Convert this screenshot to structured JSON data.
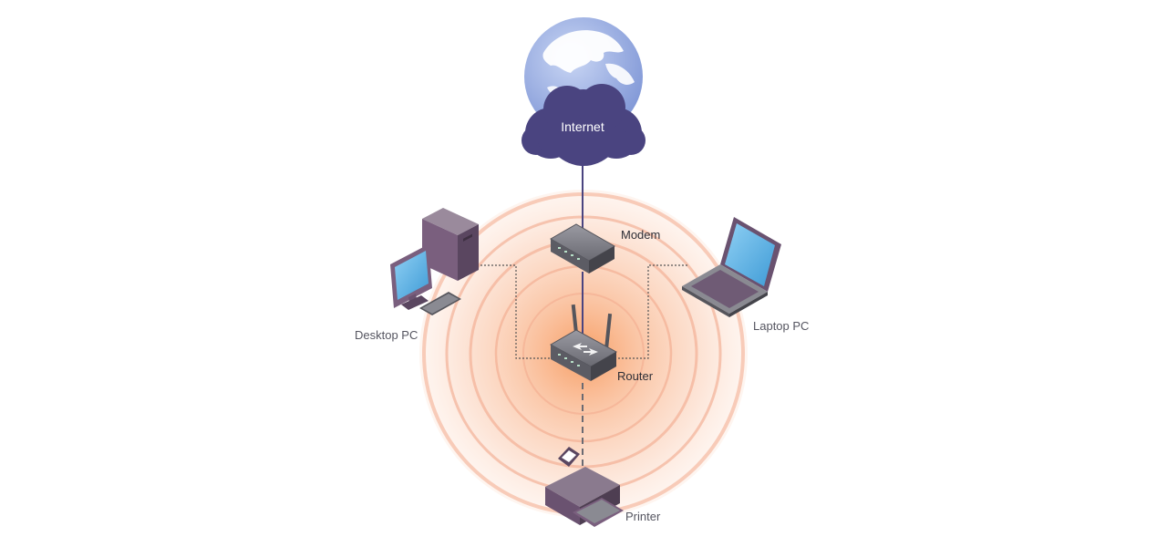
{
  "diagram": {
    "nodes": {
      "internet": {
        "label": "Internet",
        "icon": "globe-cloud-icon"
      },
      "modem": {
        "label": "Modem",
        "icon": "modem-icon"
      },
      "router": {
        "label": "Router",
        "icon": "wireless-router-icon"
      },
      "desktop": {
        "label": "Desktop PC",
        "icon": "desktop-pc-icon"
      },
      "laptop": {
        "label": "Laptop PC",
        "icon": "laptop-icon"
      },
      "printer": {
        "label": "Printer",
        "icon": "printer-icon"
      }
    },
    "connections": [
      {
        "from": "internet",
        "to": "modem",
        "style": "solid"
      },
      {
        "from": "modem",
        "to": "router",
        "style": "solid"
      },
      {
        "from": "desktop",
        "to": "router",
        "style": "dotted"
      },
      {
        "from": "laptop",
        "to": "router",
        "style": "dotted"
      },
      {
        "from": "router",
        "to": "printer",
        "style": "dashed"
      }
    ],
    "colors": {
      "cloud": "#4a4480",
      "globe_ocean": "#8aa2dc",
      "signal_glow": "#f7a06a",
      "signal_ring": "#f2b49a",
      "device_gray": "#6e6e76",
      "device_purple": "#7a5f7e"
    }
  }
}
